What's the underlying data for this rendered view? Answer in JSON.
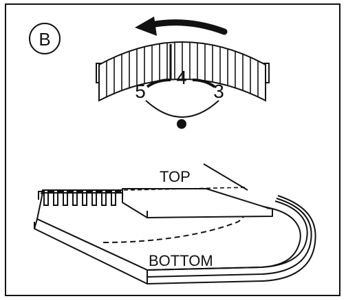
{
  "panel_label": "B",
  "dial": {
    "numbers": [
      "5",
      "4",
      "3"
    ]
  },
  "labels": {
    "top": "TOP",
    "bottom": "BOTTOM"
  },
  "colors": {
    "ink": "#111111",
    "background": "#ffffff"
  },
  "icons": {
    "rotation_arrow": "counterclockwise-arrow-icon"
  }
}
